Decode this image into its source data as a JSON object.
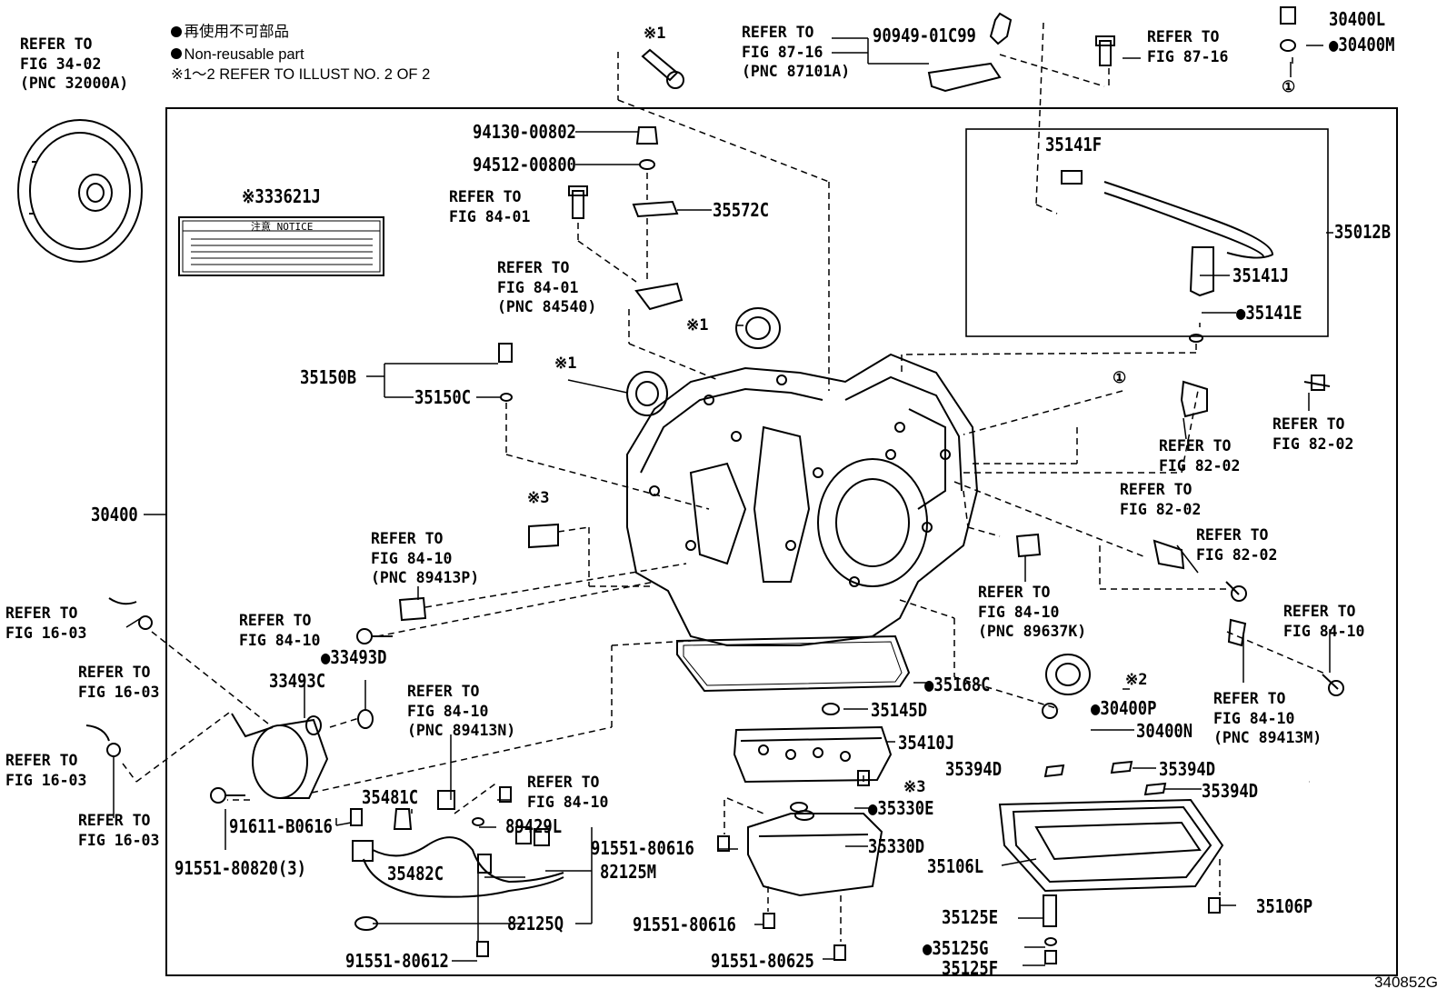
{
  "legend": {
    "line1": "● 再使用不可部品",
    "line2": "● Non-reusable part",
    "line3": "※1～2 REFER TO ILLUST NO. 2 OF 2"
  },
  "catalog_number": "340852G",
  "notice_label": "注意 NOTICE",
  "labels": {
    "ref_fig_34_02": "REFER TO\nFIG 34-02\n(PNC 32000A)",
    "ref_fig_87_16a": "REFER TO\nFIG 87-16\n(PNC 87101A)",
    "pn_90949": "90949-01C99",
    "ref_fig_87_16b": "REFER TO\nFIG 87-16",
    "pn_30400L": "30400L",
    "pn_30400M": "●30400M",
    "mark_1_top": "※1",
    "circ1_top": "①",
    "pn_94130": "94130-00802",
    "pn_94512": "94512-00800",
    "pn_33621J": "※333621J",
    "ref_fig_84_01a": "REFER TO\nFIG 84-01",
    "pn_35572C": "35572C",
    "ref_fig_84_01b": "REFER TO\nFIG 84-01\n(PNC 84540)",
    "mark_1_seal": "※1",
    "pn_35141F": "35141F",
    "pn_35012B": "35012B",
    "pn_35141J": "35141J",
    "pn_35141E": "●35141E",
    "pn_35150B": "35150B",
    "pn_35150C": "35150C",
    "mark_1_seal2": "※1",
    "circ1_mid": "①",
    "ref_fig_82_02a": "REFER TO\nFIG 82-02",
    "ref_fig_82_02b": "REFER TO\nFIG 82-02",
    "ref_fig_82_02c": "REFER TO\nFIG 82-02",
    "ref_fig_82_02d": "REFER TO\nFIG 82-02",
    "pn_30400": "30400",
    "mark_3_plate": "※3",
    "ref_fig_84_10_89413P": "REFER TO\nFIG 84-10\n(PNC 89413P)",
    "ref_fig_84_10_89637K": "REFER TO\nFIG 84-10\n(PNC 89637K)",
    "ref_fig_84_10_right": "REFER TO\nFIG 84-10",
    "ref_fig_16_03a": "REFER TO\nFIG 16-03",
    "ref_fig_84_10_left": "REFER TO\nFIG 84-10",
    "ref_fig_16_03b": "REFER TO\nFIG 16-03",
    "pn_33493D": "●33493D",
    "pn_33493C": "33493C",
    "pn_35168C": "●35168C",
    "mark_2": "※2",
    "ref_fig_84_10_89413N": "REFER TO\nFIG 84-10\n(PNC 89413N)",
    "pn_35145D": "35145D",
    "pn_30400P": "●30400P",
    "ref_fig_84_10_89413M": "REFER TO\nFIG 84-10\n(PNC 89413M)",
    "pn_30400N": "30400N",
    "ref_fig_16_03c": "REFER TO\nFIG 16-03",
    "pn_35410J": "35410J",
    "pn_35394D_a": "35394D",
    "pn_35394D_b": "35394D",
    "pn_35394D_c": "35394D",
    "ref_fig_16_03d": "REFER TO\nFIG 16-03",
    "pn_35481C": "35481C",
    "ref_fig_84_10_bottom": "REFER TO\nFIG 84-10",
    "mark_3_bolt": "※3",
    "pn_35330E": "●35330E",
    "pn_91611": "91611-B0616",
    "pn_89429L": "89429L",
    "pn_91551_80616a": "91551-80616",
    "pn_35330D": "35330D",
    "pn_91551_80820": "91551-80820(3)",
    "pn_35482C": "35482C",
    "pn_82125M": "82125M",
    "pn_35106L": "35106L",
    "pn_82125Q": "82125Q",
    "pn_91551_80616b": "91551-80616",
    "pn_35125E": "35125E",
    "pn_35106P": "35106P",
    "pn_91551_80612": "91551-80612",
    "pn_91551_80625": "91551-80625",
    "pn_35125G": "●35125G",
    "pn_35125F": "35125F"
  }
}
